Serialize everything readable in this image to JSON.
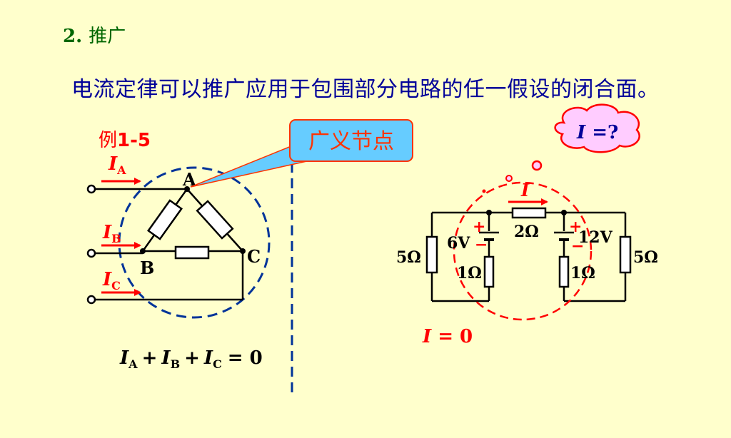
{
  "section": {
    "number": "2.",
    "title": "推广"
  },
  "lead_text": "电流定律可以推广应用于包围部分电路的任一假设的闭合面。",
  "example_label": {
    "prefix": "例",
    "id": "1-5"
  },
  "callout": {
    "text": "广义节点"
  },
  "thought_bubble": {
    "var": "I",
    "rest": " =?"
  },
  "left_circuit": {
    "nodes": [
      "A",
      "B",
      "C"
    ],
    "currents": [
      {
        "var": "I",
        "sub": "A"
      },
      {
        "var": "I",
        "sub": "B"
      },
      {
        "var": "I",
        "sub": "C"
      }
    ],
    "equation": {
      "terms": [
        {
          "var": "I",
          "sub": "A"
        },
        {
          "var": "I",
          "sub": "B"
        },
        {
          "var": "I",
          "sub": "C"
        }
      ],
      "plus": "+",
      "rhs": "= 0"
    }
  },
  "right_circuit": {
    "current_var": "I",
    "left_resistor": "5Ω",
    "right_resistor": "5Ω",
    "top_resistor": "2Ω",
    "left_source": "6V",
    "right_source": "12V",
    "left_inner_resistor": "1Ω",
    "right_inner_resistor": "1Ω",
    "plus": "+",
    "minus": "−",
    "result": {
      "var": "I",
      "rest": " = 0"
    }
  },
  "colors": {
    "title": "#006600",
    "lead": "#000099",
    "red": "#ff0000",
    "dashed_blue": "#003399",
    "callout_fill": "#66ccff",
    "callout_border": "#ff3300"
  }
}
